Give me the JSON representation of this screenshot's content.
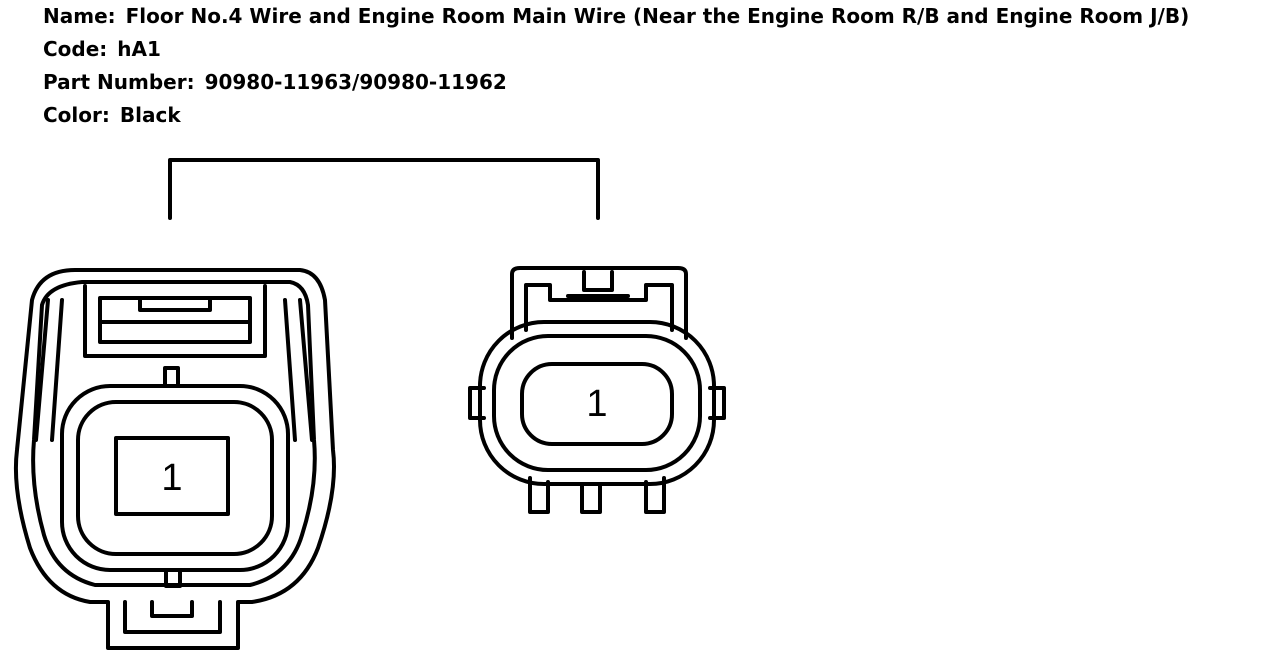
{
  "connector": {
    "name_label": "Name:",
    "name_value": "Floor No.4 Wire and Engine Room Main Wire (Near the Engine Room R/B and Engine Room J/B)",
    "code_label": "Code:",
    "code_value": "hA1",
    "part_label": "Part Number:",
    "part_value": "90980-11963/90980-11962",
    "color_label": "Color:",
    "color_value": "Black"
  },
  "female_connector": {
    "pin_label": "1"
  },
  "male_connector": {
    "pin_label": "1"
  }
}
